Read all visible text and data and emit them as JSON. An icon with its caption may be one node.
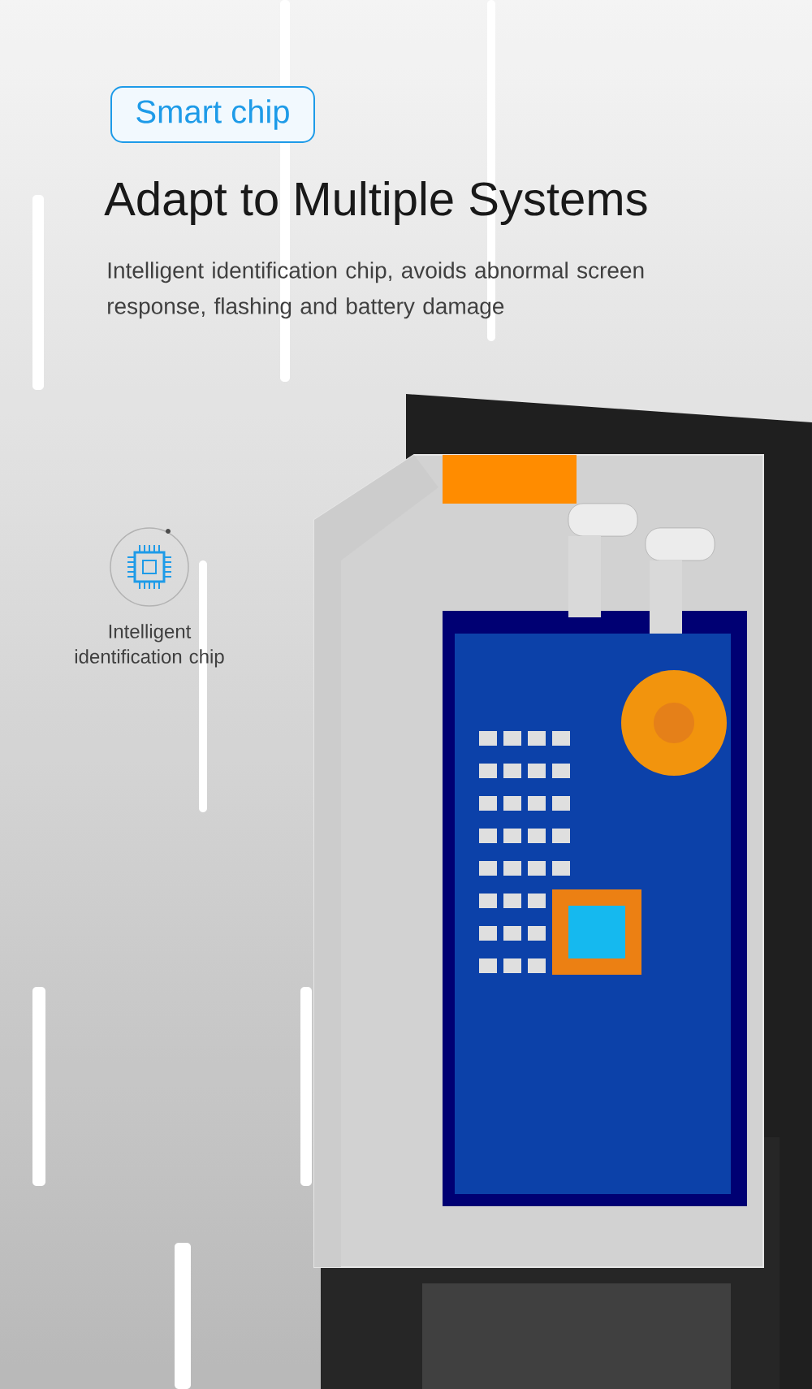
{
  "diagram": {
    "title": "Adapt to Multiple Systems",
    "nodes": [
      {
        "text": [
          "Smart chip"
        ]
      },
      {
        "text": [
          "Intelligent identification chip"
        ]
      }
    ],
    "labels": [
      "Intelligent identification chip, avoids abnormal screen response, flashing and battery damage"
    ]
  }
}
